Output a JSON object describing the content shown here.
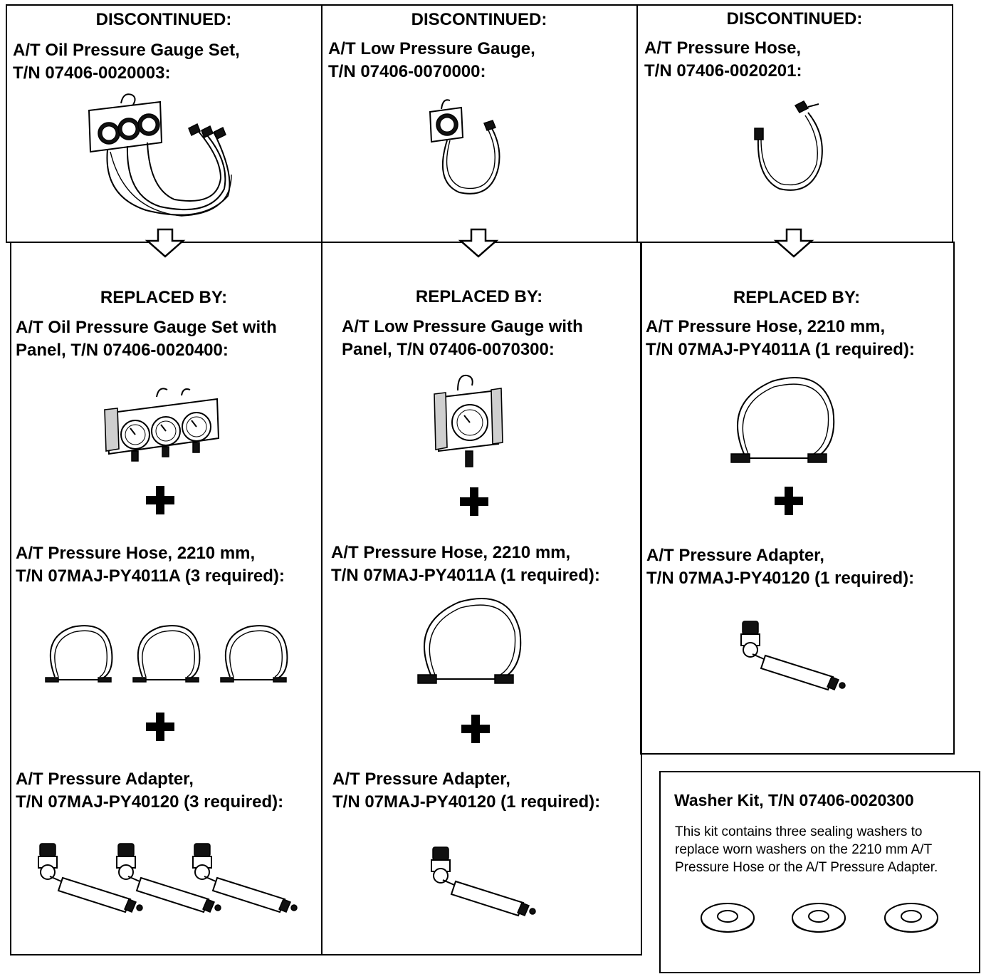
{
  "columns": [
    {
      "discontinued_label": "DISCONTINUED:",
      "old_name": "A/T Oil Pressure Gauge Set,",
      "old_tn": "T/N 07406-0020003:",
      "replaced_label": "REPLACED BY:",
      "items": [
        {
          "line1": "A/T Oil Pressure Gauge Set with",
          "line2": "Panel, T/N 07406-0020400:"
        },
        {
          "line1": "A/T Pressure Hose, 2210 mm,",
          "line2": "T/N 07MAJ-PY4011A (3 required):"
        },
        {
          "line1": "A/T Pressure Adapter,",
          "line2": "T/N 07MAJ-PY40120 (3 required):"
        }
      ]
    },
    {
      "discontinued_label": "DISCONTINUED:",
      "old_name": "A/T Low Pressure Gauge,",
      "old_tn": "T/N 07406-0070000:",
      "replaced_label": "REPLACED BY:",
      "items": [
        {
          "line1": "A/T Low Pressure Gauge with",
          "line2": "Panel, T/N 07406-0070300:"
        },
        {
          "line1": "A/T Pressure Hose, 2210 mm,",
          "line2": "T/N 07MAJ-PY4011A (1 required):"
        },
        {
          "line1": "A/T Pressure Adapter,",
          "line2": "T/N 07MAJ-PY40120 (1 required):"
        }
      ]
    },
    {
      "discontinued_label": "DISCONTINUED:",
      "old_name": "A/T Pressure Hose,",
      "old_tn": "T/N 07406-0020201:",
      "replaced_label": "REPLACED BY:",
      "items": [
        {
          "line1": "A/T Pressure Hose, 2210 mm,",
          "line2": "T/N 07MAJ-PY4011A (1 required):"
        },
        {
          "line1": "A/T Pressure Adapter,",
          "line2": "T/N 07MAJ-PY40120 (1 required):"
        }
      ]
    }
  ],
  "washer_kit": {
    "title": "Washer Kit, T/N 07406-0020300",
    "lines": [
      "This kit contains three sealing washers to",
      "replace worn washers on the 2210 mm A/T",
      "Pressure Hose or the A/T Pressure Adapter."
    ]
  },
  "icons": {
    "arrow": "down-arrow-icon",
    "plus": "plus-icon"
  }
}
